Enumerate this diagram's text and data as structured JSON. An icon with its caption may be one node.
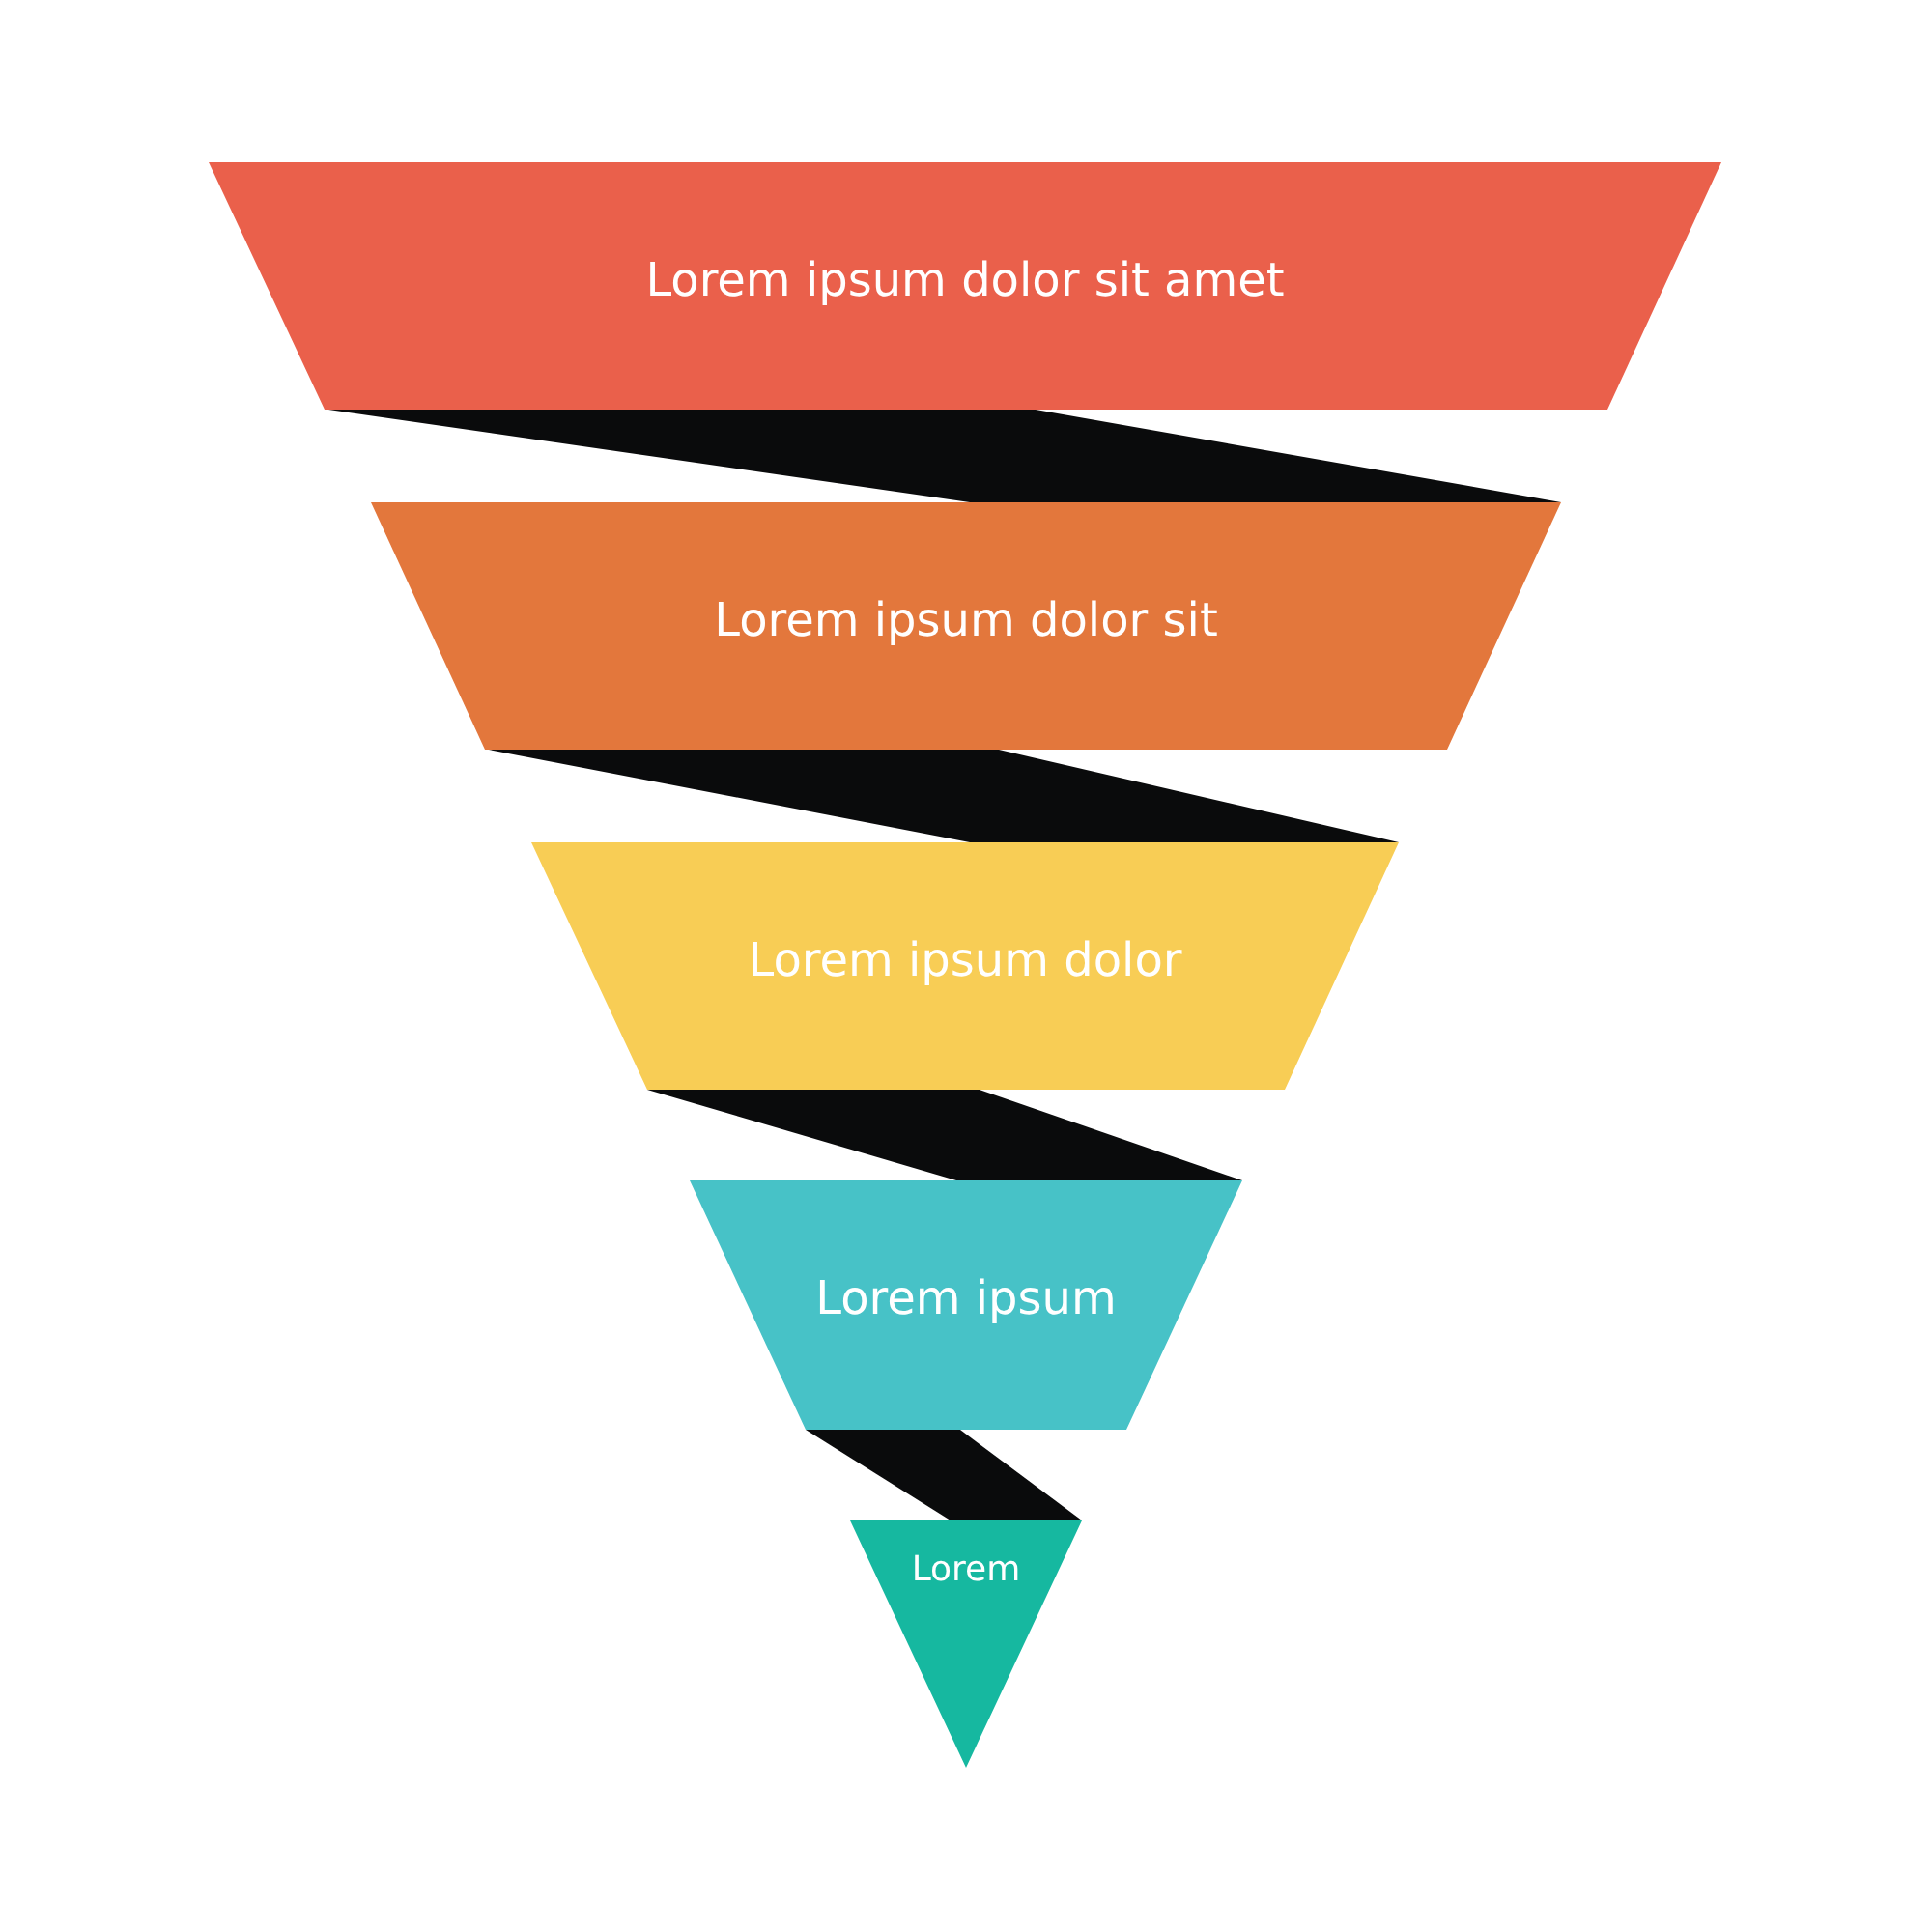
{
  "diagram": {
    "nodes": [
      {
        "text": [
          "Lorem ipsum dolor sit amet"
        ]
      },
      {
        "text": [
          "Lorem ipsum dolor sit"
        ]
      },
      {
        "text": [
          "Lorem ipsum dolor"
        ]
      },
      {
        "text": [
          "Lorem ipsum"
        ]
      },
      {
        "text": [
          "Lorem"
        ]
      }
    ]
  }
}
